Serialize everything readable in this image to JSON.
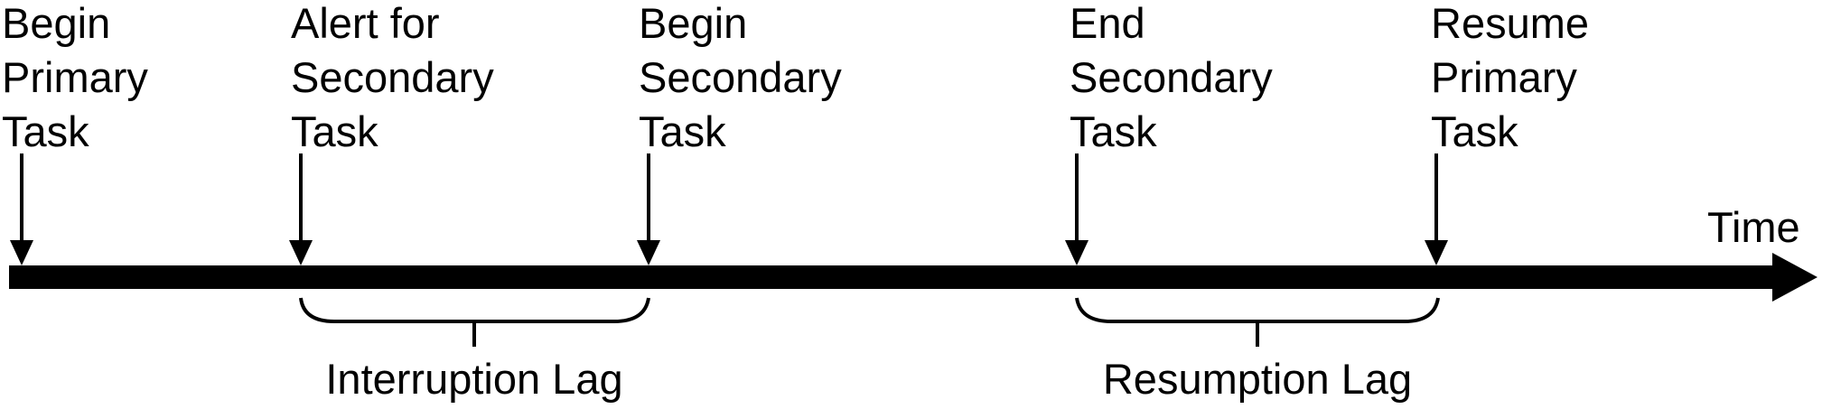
{
  "colors": {
    "ink": "#000000",
    "background": "#ffffff"
  },
  "timeline": {
    "axis_label": "Time",
    "events": [
      {
        "lines": [
          "Begin",
          "Primary",
          "Task"
        ]
      },
      {
        "lines": [
          "Alert for",
          "Secondary",
          "Task"
        ]
      },
      {
        "lines": [
          "Begin",
          "Secondary",
          "Task"
        ]
      },
      {
        "lines": [
          "End",
          "Secondary",
          "Task"
        ]
      },
      {
        "lines": [
          "Resume",
          "Primary",
          "Task"
        ]
      }
    ],
    "intervals": [
      {
        "label": "Interruption Lag",
        "from_event": 1,
        "to_event": 2
      },
      {
        "label": "Resumption Lag",
        "from_event": 3,
        "to_event": 4
      }
    ]
  }
}
